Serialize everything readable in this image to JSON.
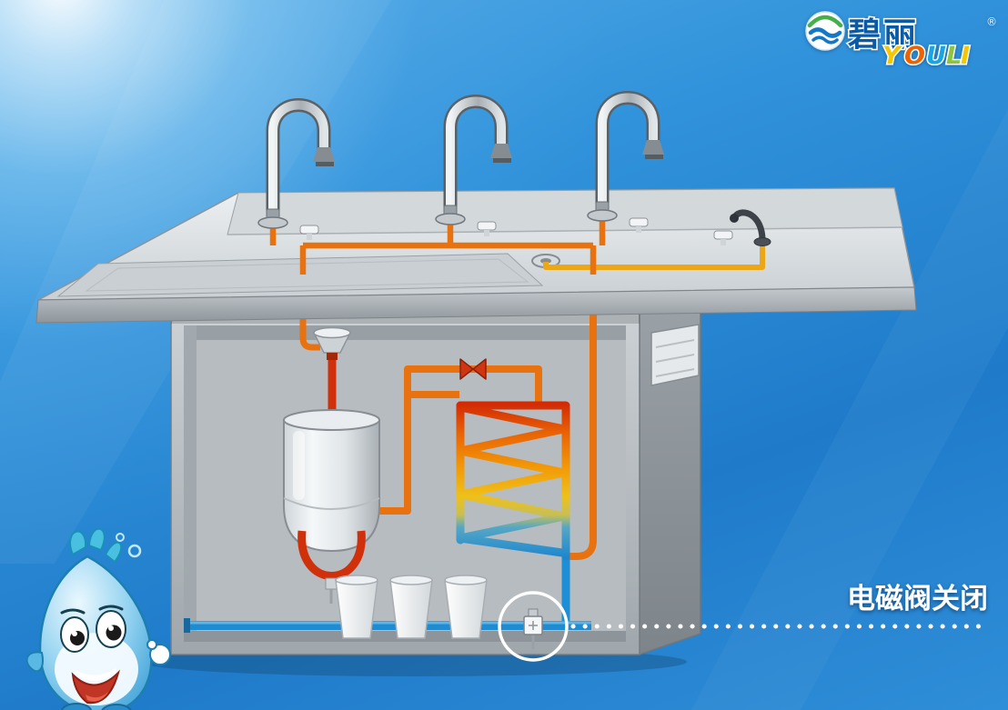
{
  "logo": {
    "icon": "water-wave-logo-icon",
    "brand_cn": "碧丽",
    "brand_en_letters": [
      "Y",
      "O",
      "U",
      "L",
      "I"
    ],
    "letter_colors": [
      "#f7c600",
      "#ef6200",
      "#18a5e6",
      "#8cc63f",
      "#f7c600"
    ],
    "brand_color": "#0b5aa5",
    "registered_mark": "®"
  },
  "annotation": {
    "label": "电磁阀关闭",
    "color": "#ffffff"
  },
  "diagram": {
    "scene": "drinking-water-dispenser-cutaway",
    "components": [
      "gooseneck-faucet-1",
      "gooseneck-faucet-2",
      "gooseneck-faucet-3",
      "spray-tap",
      "stainless-counter",
      "sink-basin",
      "drain",
      "cabinet",
      "side-vent-box",
      "inlet-funnel",
      "storage-tank",
      "heating-coil",
      "shutoff-valve",
      "solenoid-valve",
      "highlight-circle",
      "water-cups",
      "hot-pipe",
      "warm-pipe",
      "cold-pipe"
    ],
    "colors": {
      "hot_pipe": "#e8720f",
      "red_pipe": "#d1310a",
      "warm_pipe": "#eda714",
      "cold_pipe": "#1f8cd2",
      "steel": "#d6dadd",
      "cabinet": "#b3b8bd"
    }
  },
  "mascot": {
    "name": "water-drop-mascot"
  }
}
